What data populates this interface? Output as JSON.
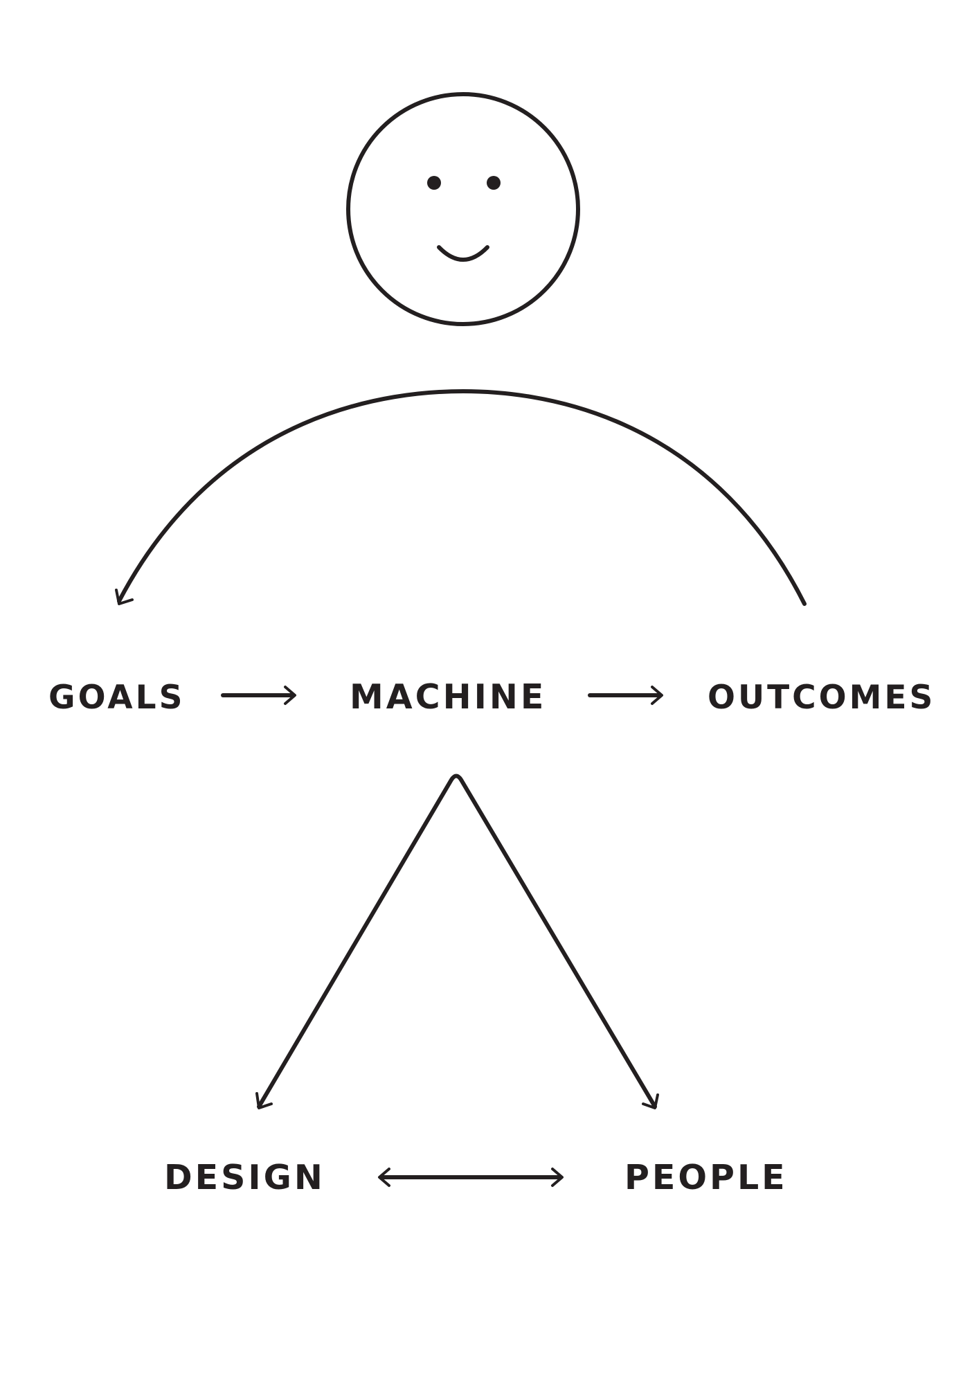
{
  "colors": {
    "ink": "#231f20",
    "background": "#ffffff"
  },
  "figure": {
    "icon": "smiley-face-icon",
    "nodes": {
      "goals": "GOALS",
      "machine": "MACHINE",
      "outcomes": "OUTCOMES",
      "design": "DESIGN",
      "people": "PEOPLE"
    },
    "edges": [
      {
        "from": "goals",
        "to": "machine",
        "style": "arrow"
      },
      {
        "from": "machine",
        "to": "outcomes",
        "style": "arrow"
      },
      {
        "from": "outcomes",
        "to": "goals",
        "style": "curved-arrow"
      },
      {
        "from": "machine",
        "to": "design",
        "style": "arrow"
      },
      {
        "from": "machine",
        "to": "people",
        "style": "arrow"
      },
      {
        "from": "design",
        "to": "people",
        "style": "double-arrow"
      }
    ]
  }
}
